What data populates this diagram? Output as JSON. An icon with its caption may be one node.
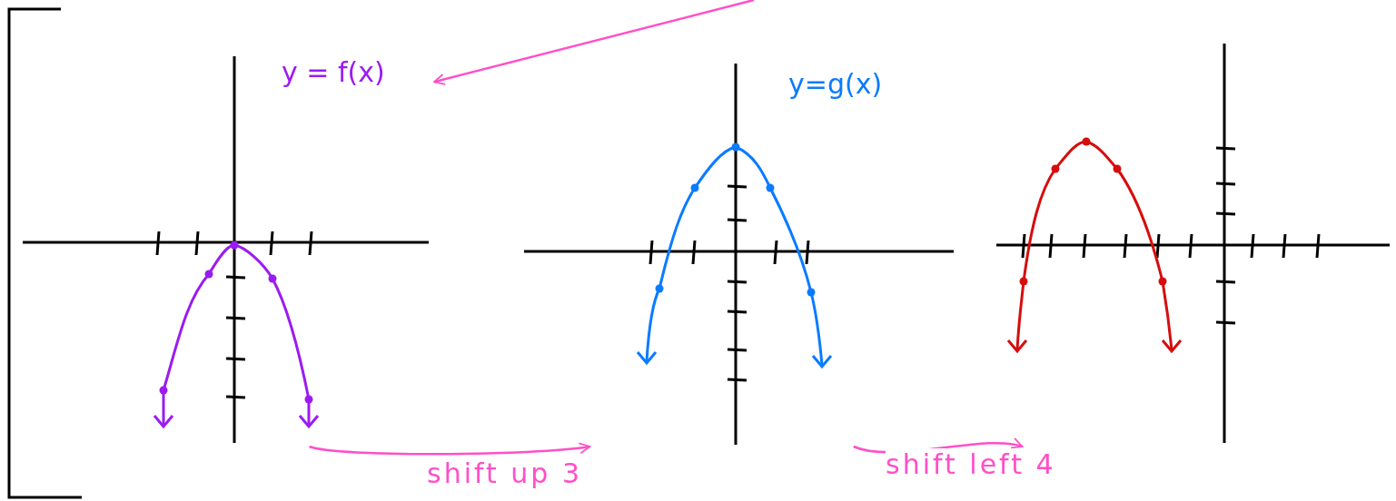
{
  "diagram": {
    "nodes": [
      {
        "text": [
          "y = f(x)"
        ]
      },
      {
        "text": [
          "y=g(x)"
        ]
      },
      {
        "text": [],
        "shape": "picture"
      }
    ],
    "edges": [
      {
        "from": 0,
        "to": 1,
        "arrow": "to",
        "label": "shift up 3"
      },
      {
        "from": 1,
        "to": 2,
        "arrow": "to",
        "label": "shift left 4"
      },
      {
        "from": null,
        "to": 0,
        "arrow": "to"
      }
    ]
  }
}
